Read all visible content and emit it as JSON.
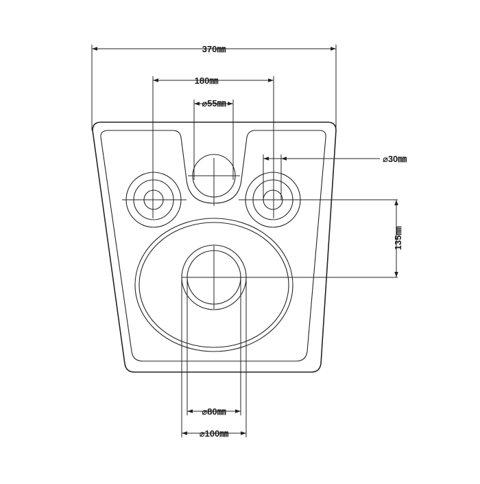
{
  "drawing": {
    "line_color": "#222222",
    "background": "#ffffff",
    "dimensions": {
      "total_width": "370㎜",
      "bolt_spacing": "180㎜",
      "inlet_diameter": "⌀55㎜",
      "bolt_hole_diameter": "⌀30㎜",
      "vertical_offset": "135㎜",
      "outlet_inner_diameter": "⌀80㎜",
      "outlet_outer_diameter": "⌀100㎜"
    }
  }
}
